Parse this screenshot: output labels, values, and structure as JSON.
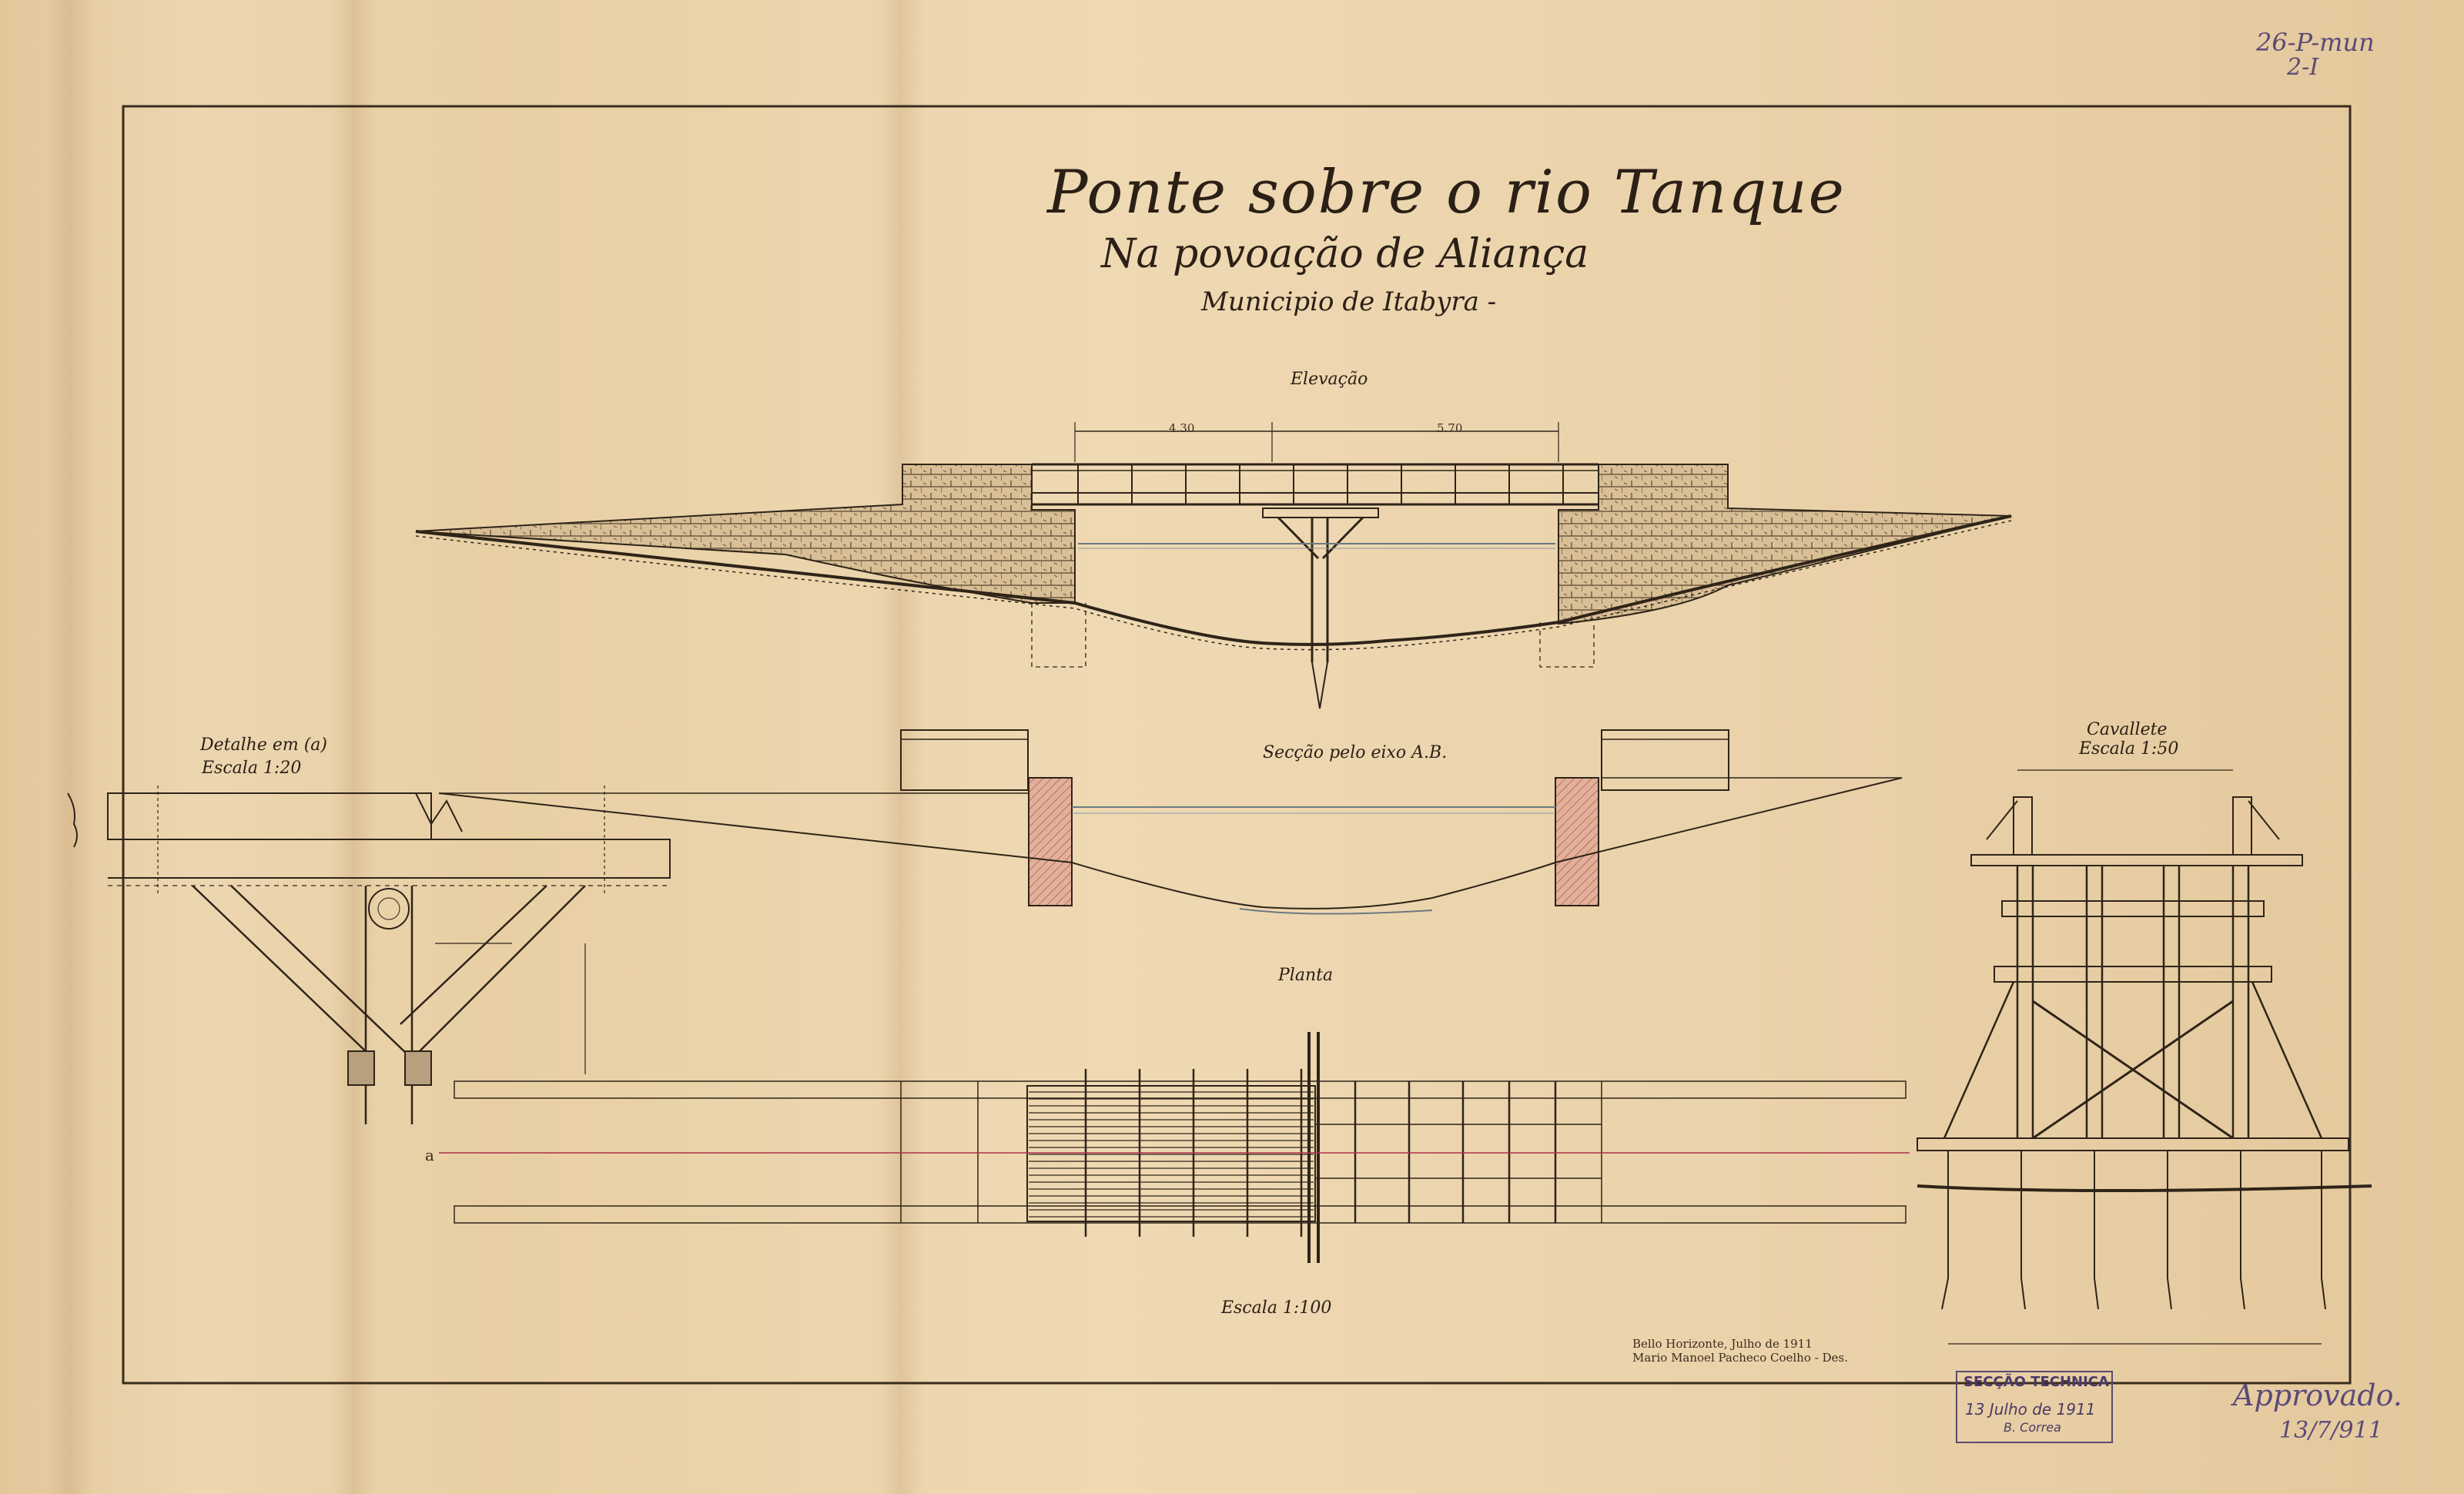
{
  "title": {
    "line1": "Ponte sobre o rio Tanque",
    "line2": "Na povoação de Aliança",
    "line3": "Municipio de Itabyra -"
  },
  "views": {
    "elevation": "Elevação",
    "section": "Secção pelo eixo A.B.",
    "detail": "Detalhe em (a)",
    "detail_scale": "Escala 1:20",
    "trestle": "Cavallete",
    "trestle_scale": "Escala 1:50",
    "plan": "Planta",
    "section_marker": "a",
    "plan_scale": "Escala 1:100"
  },
  "dimensions": {
    "left_span": "4.30",
    "right_span": "5.70"
  },
  "signature": {
    "line1": "Bello Horizonte, Julho de 1911",
    "line2": "Mario Manoel Pacheco Coelho - Des."
  },
  "corner": {
    "ref1": "26-P-mun",
    "ref2": "2-I"
  },
  "stamp": {
    "heading": "SECÇÃO TECHNICA",
    "date": "13 Julho de 1911",
    "signature": "B. Correa"
  },
  "approval": {
    "text": "Approvado.",
    "date": "13/7/911"
  }
}
